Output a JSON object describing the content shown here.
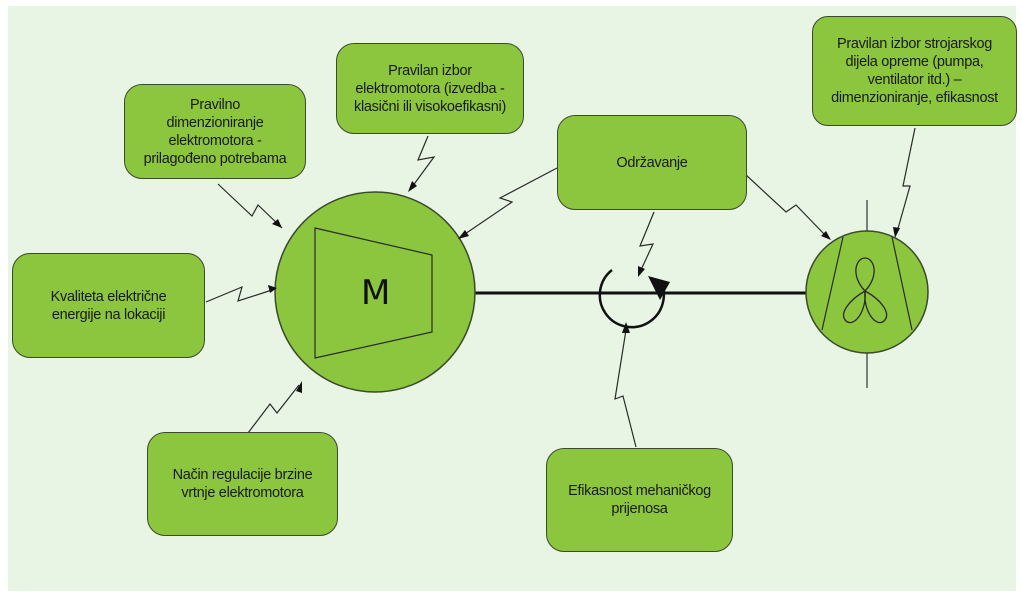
{
  "motor_label": "M",
  "boxes": {
    "dimensioning": "Pravilno\ndimenzioniranje\nelektromotora -\nprilagođeno potrebama",
    "motor_choice": "Pravilan izbor\nelektromotora (izvedba -\nklasični ili visokoefikasni)",
    "maintenance": "Održavanje",
    "equipment_choice": "Pravilan izbor strojarskog\ndijela opreme (pumpa,\nventilator itd.) –\ndimenzioniranje, efikasnost",
    "power_quality": "Kvaliteta električne\nenergije na lokaciji",
    "speed_regulation": "Način regulacije brzine\nvrtnje elektromotora",
    "transmission": "Efikasnost mehaničkog\nprijenosa"
  },
  "colors": {
    "green": "#8cc63f",
    "border": "#3b4a2a",
    "background": "#e8f4e4",
    "line": "#111111"
  }
}
